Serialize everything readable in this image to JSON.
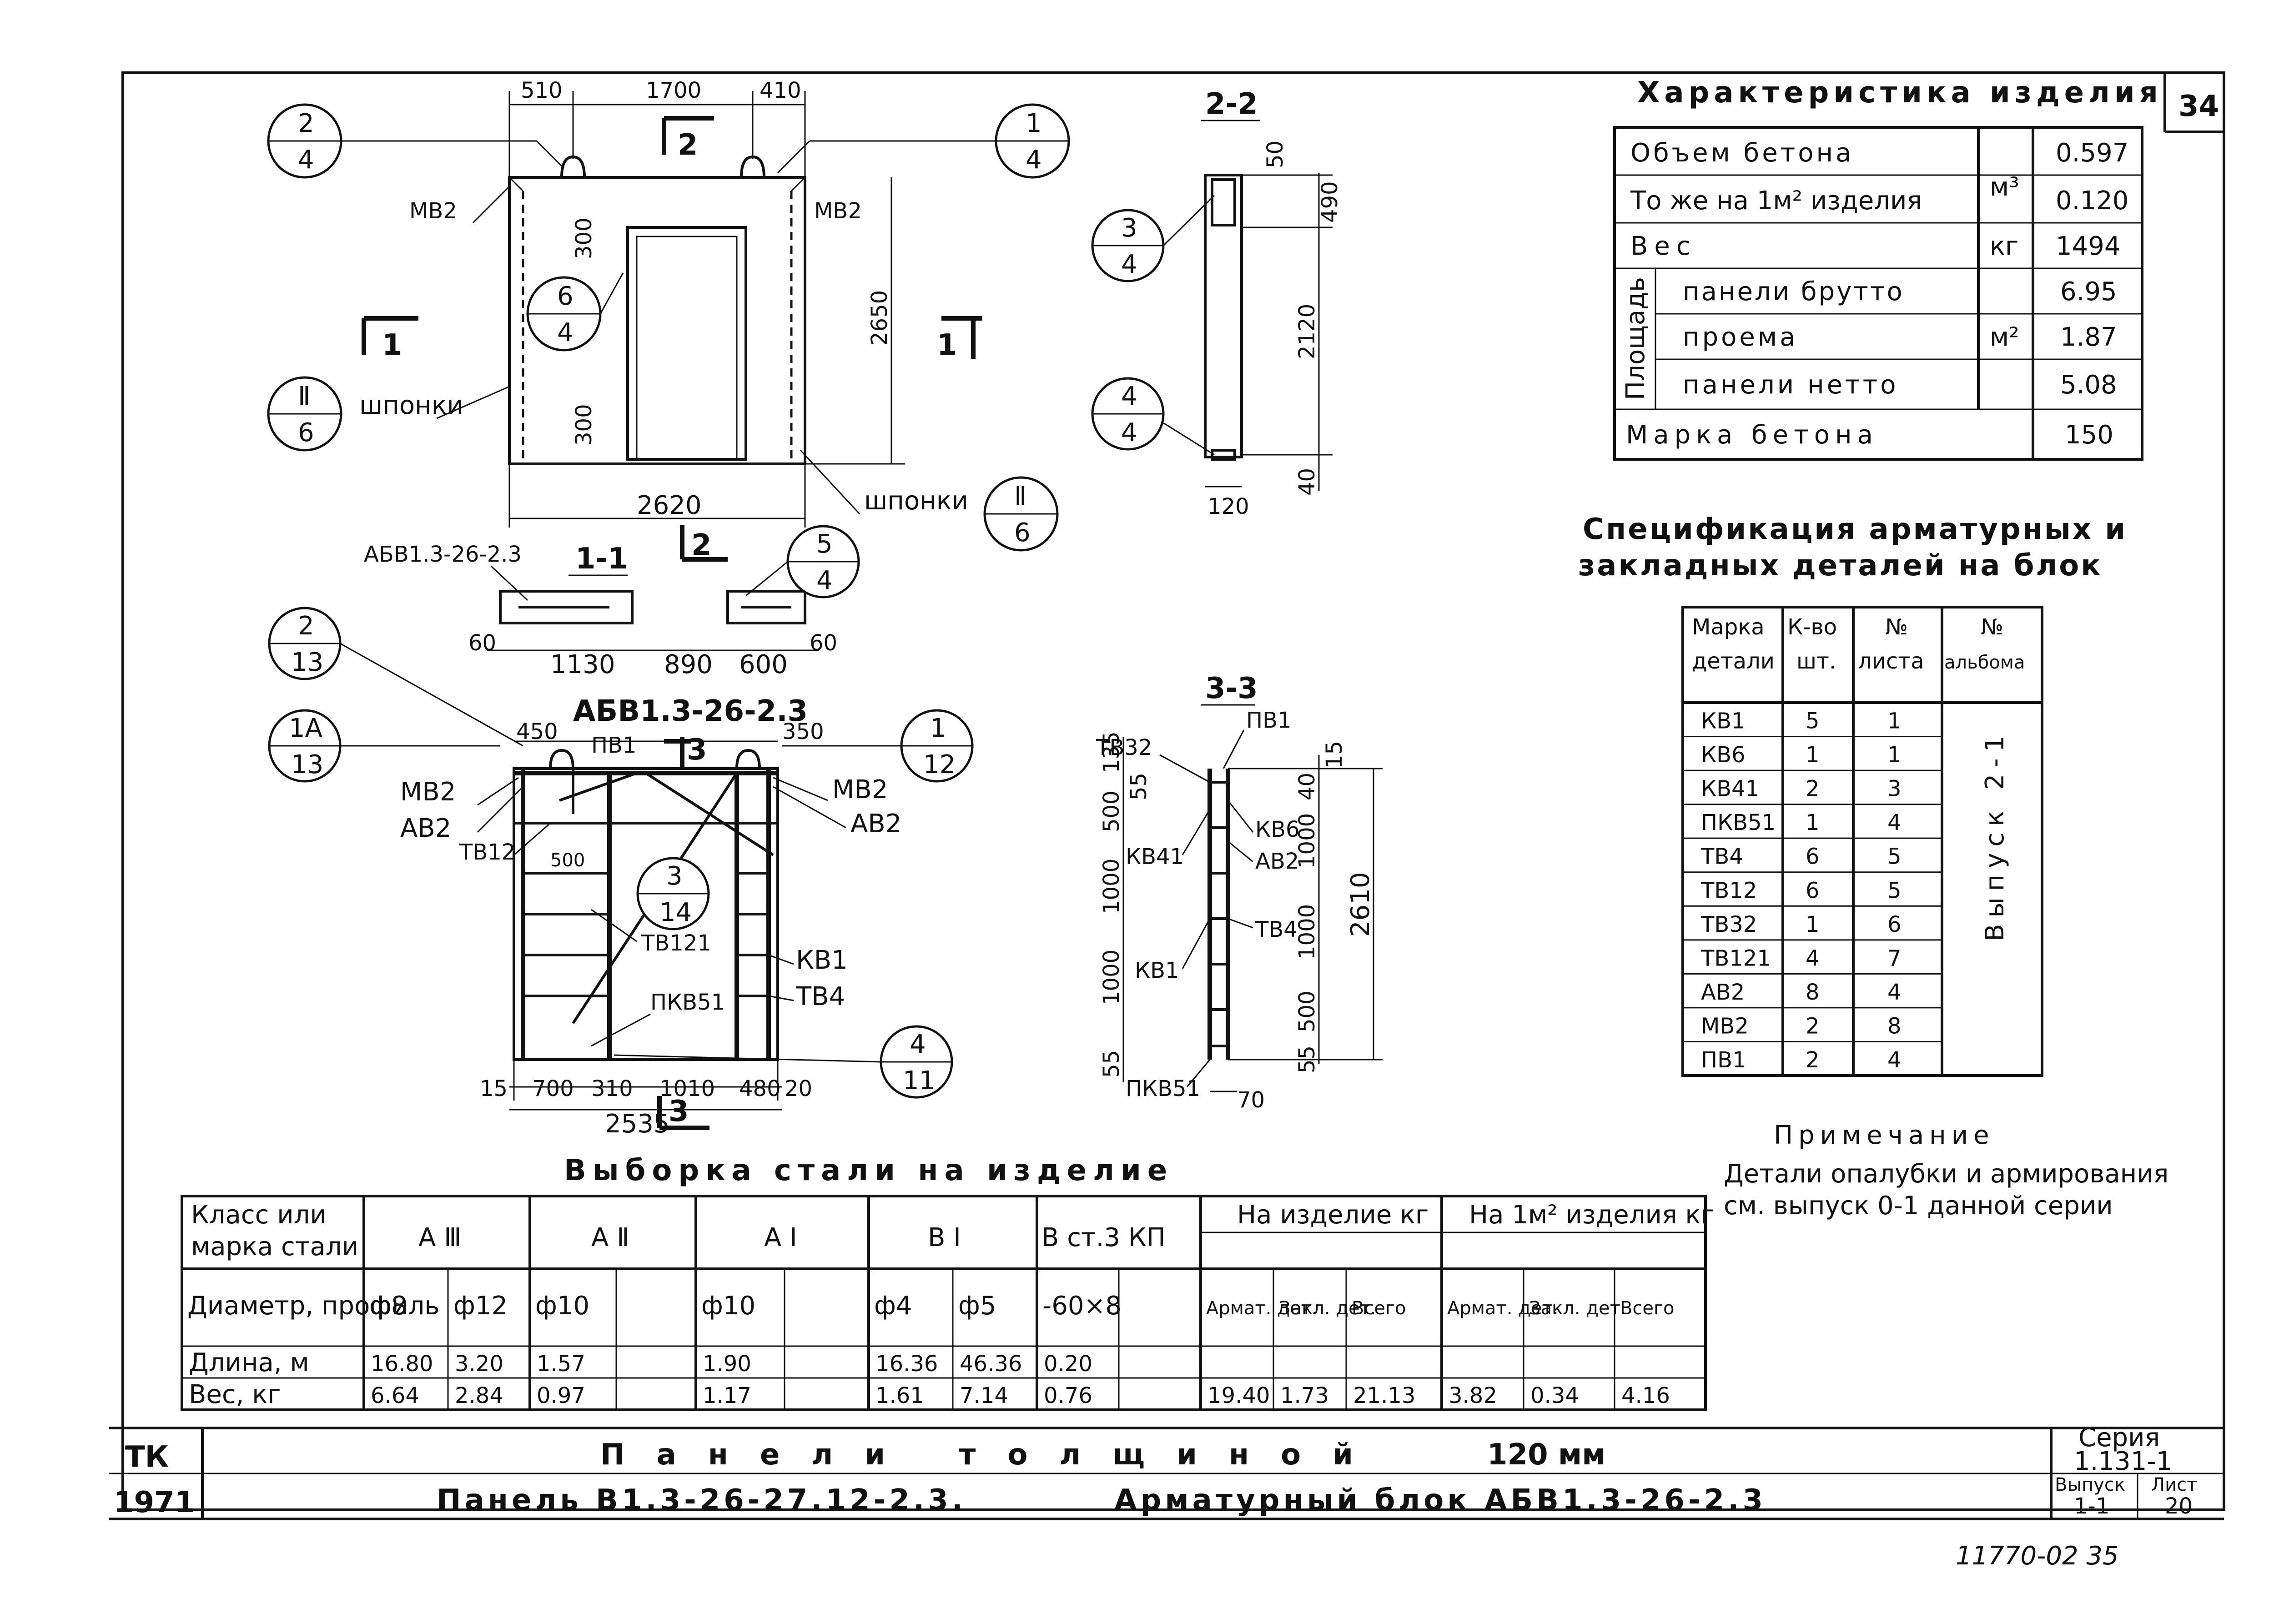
{
  "sheet_number": "34",
  "views": {
    "front": {
      "dims_top": [
        "510",
        "1700",
        "410"
      ],
      "height": "2650",
      "width": "2620",
      "open_top": "300",
      "open_bottom": "300",
      "mb_left": "МВ2",
      "mb_right": "МВ2",
      "keys_left": "шпонки",
      "keys_right": "шпонки",
      "cut_left": "1",
      "cut_right": "1",
      "cut_top": "2",
      "callouts": [
        {
          "top": "2",
          "bottom": "4"
        },
        {
          "top": "1",
          "bottom": "4"
        },
        {
          "top": "6",
          "bottom": "4"
        },
        {
          "top": "Ⅱ",
          "bottom": "6"
        },
        {
          "top": "Ⅱ",
          "bottom": "6"
        }
      ]
    },
    "section_22": {
      "title": "2-2",
      "dims": [
        "50",
        "490",
        "2120",
        "40",
        "120"
      ],
      "callouts": [
        {
          "top": "3",
          "bottom": "4"
        },
        {
          "top": "4",
          "bottom": "4"
        }
      ]
    },
    "section_11": {
      "title": "1-1",
      "label": "АБВ1.3-26-2.3",
      "cut_mark": "2",
      "dims": [
        "60",
        "1130",
        "890",
        "600",
        "60"
      ],
      "callouts": [
        {
          "top": "5",
          "bottom": "4"
        }
      ]
    },
    "block": {
      "title": "АБВ1.3-26-2.3",
      "dims_top": [
        "450",
        "350"
      ],
      "dims_bottom": [
        "15",
        "700",
        "310",
        "1010",
        "480",
        "20"
      ],
      "total": "2535",
      "cut_top": "3",
      "cut_bottom": "3",
      "dim_500": "500",
      "labels": {
        "pv": "ПВ1",
        "mb_l": "МВ2",
        "ab_l": "АВ2",
        "tb12": "ТВ12",
        "mb_r": "МВ2",
        "ab_r": "АВ2",
        "tb121": "ТВ121",
        "kb1": "КВ1",
        "tb4": "ТВ4",
        "pkb51": "ПКВ51"
      },
      "callouts": [
        {
          "top": "2",
          "bottom": "13"
        },
        {
          "top": "1А",
          "bottom": "13"
        },
        {
          "top": "1",
          "bottom": "12"
        },
        {
          "top": "3",
          "bottom": "14"
        },
        {
          "top": "4",
          "bottom": "11"
        }
      ]
    },
    "section_33": {
      "title": "3-3",
      "labels": [
        "ТВ32",
        "ПВ1",
        "КВ41",
        "КВ6",
        "АВ2",
        "ТВ4",
        "КВ1",
        "ПКВ51"
      ],
      "dims_left": [
        "135",
        "55",
        "500",
        "1000",
        "1000",
        "55"
      ],
      "dims_right": [
        "15",
        "40",
        "1000",
        "1000",
        "500",
        "55"
      ],
      "total": "2610",
      "bottom": "70"
    }
  },
  "characteristics": {
    "title": "Характеристика изделия",
    "rows": [
      {
        "name": "Объем бетона",
        "value": "0.597"
      },
      {
        "name": "То же на 1м² изделия",
        "value": "0.120"
      },
      {
        "name": "Вес",
        "unit": "кг",
        "value": "1494"
      },
      {
        "name": "панели брутто",
        "value": "6.95"
      },
      {
        "name": "проема",
        "value": "1.87"
      },
      {
        "name": "панели нетто",
        "value": "5.08"
      },
      {
        "name": "Марка бетона",
        "value": "150"
      }
    ],
    "unit_m3": "м³",
    "unit_m2": "м²",
    "area_label": "Площадь"
  },
  "specification": {
    "title_line1": "Спецификация арматурных и",
    "title_line2": "закладных деталей на блок",
    "headers": [
      [
        "Марка",
        "детали"
      ],
      [
        "К-во",
        "шт."
      ],
      [
        "№",
        "листа"
      ],
      [
        "№",
        "альбома"
      ]
    ],
    "rows": [
      [
        "КВ1",
        "5",
        "1"
      ],
      [
        "КВ6",
        "1",
        "1"
      ],
      [
        "КВ41",
        "2",
        "3"
      ],
      [
        "ПКВ51",
        "1",
        "4"
      ],
      [
        "ТВ4",
        "6",
        "5"
      ],
      [
        "ТВ12",
        "6",
        "5"
      ],
      [
        "ТВ32",
        "1",
        "6"
      ],
      [
        "ТВ121",
        "4",
        "7"
      ],
      [
        "АВ2",
        "8",
        "4"
      ],
      [
        "МВ2",
        "2",
        "8"
      ],
      [
        "ПВ1",
        "2",
        "4"
      ]
    ],
    "album": "Выпуск 2-1"
  },
  "note": {
    "title": "Примечание",
    "line1": "Детали опалубки и армирования",
    "line2": "см. выпуск 0-1 данной серии"
  },
  "steel": {
    "title": "Выборка стали на изделие",
    "header1": [
      "Класс или марка стали",
      "А Ⅲ",
      "А Ⅱ",
      "А Ⅰ",
      "В Ⅰ",
      "В ст.3 КП",
      "На изделие кг",
      "На 1м² изделия кг"
    ],
    "header2": [
      "Диаметр, профиль",
      "ф8",
      "ф12",
      "ф10",
      "",
      "ф10",
      "",
      "ф4",
      "ф5",
      "-60×8",
      "",
      "Армат. дет.",
      "Закл. дет.",
      "Всего",
      "Армат. дет.",
      "Закл. дет.",
      "Всего"
    ],
    "length_row": [
      "Длина, м",
      "16.80",
      "3.20",
      "1.57",
      "",
      "1.90",
      "",
      "16.36",
      "46.36",
      "0.20",
      "",
      "",
      "",
      "",
      "",
      "",
      ""
    ],
    "weight_row": [
      "Вес, кг",
      "6.64",
      "2.84",
      "0.97",
      "",
      "1.17",
      "",
      "1.61",
      "7.14",
      "0.76",
      "",
      "19.40",
      "1.73",
      "21.13",
      "3.82",
      "0.34",
      "4.16"
    ]
  },
  "title_block": {
    "tk": "ТК",
    "year": "1971",
    "line1": "Панели толщиной",
    "line1_right": "120 мм",
    "line2_left": "Панель В1.3-26-27.12-2.3.",
    "line2_right": "Арматурный блок АБВ1.3-26-2.3",
    "series_label": "Серия",
    "series": "1.131-1",
    "issue_label": "Выпуск",
    "issue": "1-1",
    "sheet_label": "Лист",
    "sheet": "20"
  },
  "handwritten": "11770-02 35"
}
